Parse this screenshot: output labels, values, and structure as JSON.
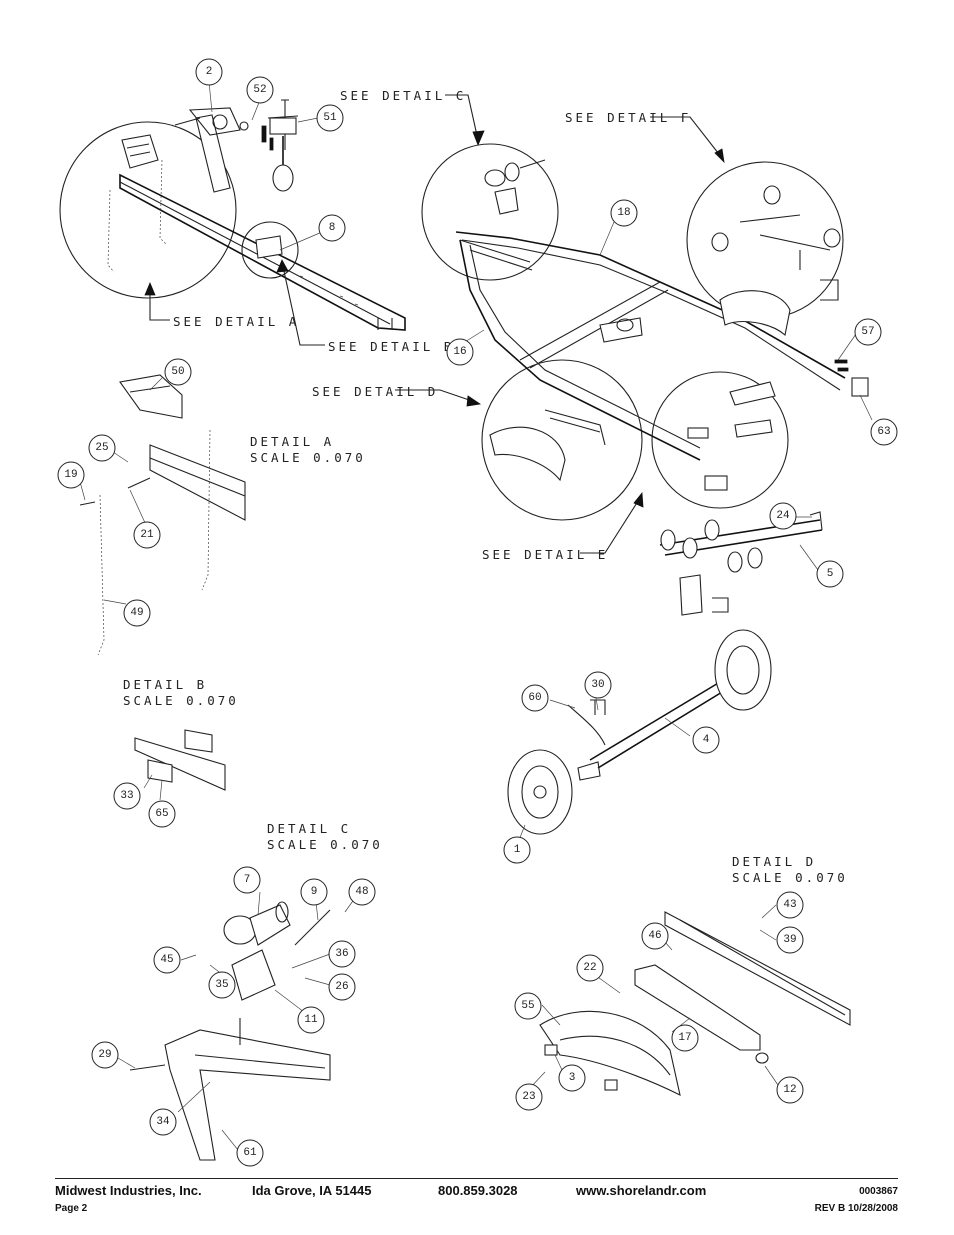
{
  "detail_refs": [
    {
      "id": "see-detail-a",
      "text": "SEE DETAIL  A"
    },
    {
      "id": "see-detail-b",
      "text": "SEE DETAIL  B"
    },
    {
      "id": "see-detail-c",
      "text": "SEE DETAIL  C"
    },
    {
      "id": "see-detail-d",
      "text": "SEE DETAIL  D"
    },
    {
      "id": "see-detail-e",
      "text": "SEE DETAIL  E"
    },
    {
      "id": "see-detail-f",
      "text": "SEE DETAIL  F"
    }
  ],
  "detail_titles": [
    {
      "id": "detail-a",
      "title": "DETAIL  A",
      "scale": "SCALE  0.070"
    },
    {
      "id": "detail-b",
      "title": "DETAIL  B",
      "scale": "SCALE  0.070"
    },
    {
      "id": "detail-c",
      "title": "DETAIL  C",
      "scale": "SCALE  0.070"
    },
    {
      "id": "detail-d",
      "title": "DETAIL  D",
      "scale": "SCALE  0.070"
    }
  ],
  "callouts": [
    "2",
    "52",
    "51",
    "8",
    "18",
    "57",
    "16",
    "63",
    "50",
    "25",
    "19",
    "21",
    "49",
    "24",
    "5",
    "30",
    "60",
    "4",
    "1",
    "33",
    "65",
    "7",
    "9",
    "48",
    "45",
    "36",
    "35",
    "26",
    "11",
    "29",
    "34",
    "61",
    "43",
    "46",
    "39",
    "22",
    "55",
    "17",
    "3",
    "23",
    "12"
  ],
  "footer": {
    "company": "Midwest Industries, Inc.",
    "city": "Ida Grove, IA  51445",
    "phone": "800.859.3028",
    "website": "www.shorelandr.com",
    "doc_number": "0003867",
    "page": "Page 2",
    "revision": "REV B  10/28/2008"
  }
}
